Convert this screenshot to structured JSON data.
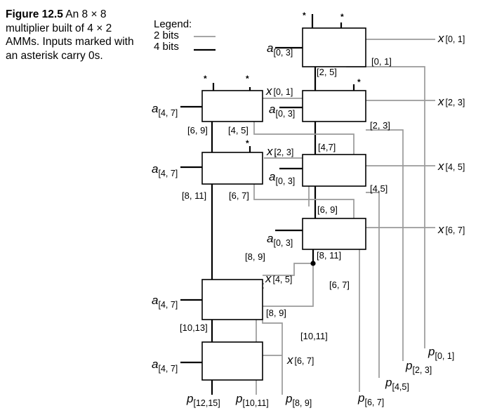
{
  "caption": {
    "label": "Figure 12.5",
    "text": "An 8 × 8 multiplier built of 4 × 2 AMMs. Inputs marked with an asterisk carry 0s."
  },
  "legend": {
    "title": "Legend:",
    "entries": [
      {
        "label": "2 bits",
        "color": "#9a9a9a"
      },
      {
        "label": "4 bits",
        "color": "#000000"
      }
    ]
  },
  "asterisk": "*",
  "inputs": {
    "a_low_sym": "a",
    "a_low_sub": "[0, 3]",
    "a_high_sym": "a",
    "a_high_sub": "[4, 7]",
    "x_sym": "x",
    "x01": "[0, 1]",
    "x23": "[2, 3]",
    "x45": "[4, 5]",
    "x67": "[6, 7]"
  },
  "wire_labels": {
    "w01": "[0, 1]",
    "w25": "[2, 5]",
    "w23": "[2, 3]",
    "w47": "[4,7]",
    "w45a": "[4,5]",
    "w69a": "[6, 9]",
    "w811a": "[8, 11]",
    "w67a": "[6, 7]",
    "w69b": "[6, 9]",
    "w45b": "[4, 5]",
    "w811b": "[8, 11]",
    "w67b": "[6, 7]",
    "w89a": "[8, 9]",
    "w89b": "[8, 9]",
    "w1013": "[10,13]",
    "w1011": "[10,11]"
  },
  "outputs": {
    "p_sym": "p",
    "p01": "[0, 1]",
    "p23": "[2, 3]",
    "p45": "[4,5]",
    "p67": "[6, 7]",
    "p89": "[8, 9]",
    "p1011": "[10,11]",
    "p1215": "[12,15]"
  }
}
